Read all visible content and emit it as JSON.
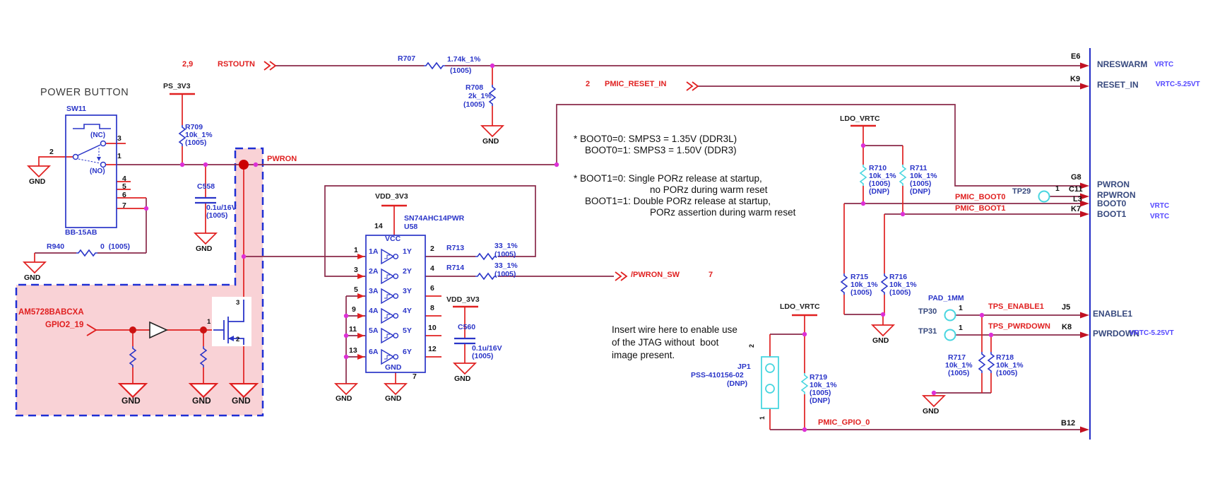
{
  "colors": {
    "net_wire": "#8a2a4a",
    "power_red": "#e02020",
    "component_blue": "#2a35c8",
    "dnp_cyan": "#49d6e0",
    "junction_magenta": "#dd2fd6",
    "pin_name_navy": "#37497e",
    "supply_violet": "#5346ff",
    "highlight_pink": "#f9d2d6",
    "highlight_border_blue": "#1f2fd4"
  },
  "title": "POWER BUTTON",
  "switch": {
    "ref": "SW11",
    "part": "BB-15AB",
    "nc": "(NC)",
    "no": "(NO)",
    "p1": "1",
    "p2": "2",
    "p3": "3",
    "p4": "4",
    "p5": "5",
    "p6": "6",
    "p7": "7"
  },
  "supplies": {
    "ps_3v3": "PS_3V3",
    "vdd_3v3": "VDD_3V3",
    "ldo_vrtc": "LDO_VRTC",
    "gnd": "GND"
  },
  "resistors": {
    "r707": {
      "ref": "R707",
      "val": "1.74k_1%",
      "pkg": "(1005)"
    },
    "r708": {
      "ref": "R708",
      "val": "2k_1%",
      "pkg": "(1005)"
    },
    "r709": {
      "ref": "R709",
      "val": "10k_1%",
      "pkg": "(1005)"
    },
    "r940": {
      "ref": "R940",
      "val": "0  (1005)"
    },
    "r713": {
      "ref": "R713",
      "val": "33_1%",
      "pkg": "(1005)"
    },
    "r714": {
      "ref": "R714",
      "val": "33_1%",
      "pkg": "(1005)"
    },
    "r710": {
      "ref": "R710",
      "val": "10k_1%",
      "pkg": "(1005)",
      "dnp": "(DNP)"
    },
    "r711": {
      "ref": "R711",
      "val": "10k_1%",
      "pkg": "(1005)",
      "dnp": "(DNP)"
    },
    "r715": {
      "ref": "R715",
      "val": "10k_1%",
      "pkg": "(1005)"
    },
    "r716": {
      "ref": "R716",
      "val": "10k_1%",
      "pkg": "(1005)"
    },
    "r717": {
      "ref": "R717",
      "val": "10k_1%",
      "pkg": "(1005)"
    },
    "r718": {
      "ref": "R718",
      "val": "10k_1%",
      "pkg": "(1005)"
    },
    "r719": {
      "ref": "R719",
      "val": "10k_1%",
      "pkg": "(1005)",
      "dnp": "(DNP)"
    }
  },
  "capacitors": {
    "c558": {
      "ref": "C558",
      "val": "0.1u/16V",
      "pkg": "(1005)"
    },
    "c560": {
      "ref": "C560",
      "val": "0.1u/16V",
      "pkg": "(1005)"
    }
  },
  "u58": {
    "part": "SN74AHC14PWR",
    "ref": "U58",
    "vcc": "VCC",
    "gnd": "GND",
    "vcc_pin": "14",
    "gnd_pin": "7",
    "rows": [
      {
        "pin_in": "1",
        "a": "1A",
        "y": "1Y",
        "pin_out": "2"
      },
      {
        "pin_in": "3",
        "a": "2A",
        "y": "2Y",
        "pin_out": "4"
      },
      {
        "pin_in": "5",
        "a": "3A",
        "y": "3Y",
        "pin_out": "6"
      },
      {
        "pin_in": "9",
        "a": "4A",
        "y": "4Y",
        "pin_out": "8"
      },
      {
        "pin_in": "11",
        "a": "5A",
        "y": "5Y",
        "pin_out": "10"
      },
      {
        "pin_in": "13",
        "a": "6A",
        "y": "6Y",
        "pin_out": "12"
      }
    ]
  },
  "nets": {
    "rstoutn_ref": "2,9",
    "rstoutn": "RSTOUTN",
    "pmic_reset_ref": "2",
    "pmic_reset_in": "PMIC_RESET_IN",
    "pwron": "PWRON",
    "pwron_sw": "/PWRON_SW",
    "pwron_sw_ref": "7",
    "pmic_boot0": "PMIC_BOOT0",
    "pmic_boot1": "PMIC_BOOT1",
    "tps_enable1": "TPS_ENABLE1",
    "tps_pwrdown": "TPS_PWRDOWN",
    "pmic_gpio_0": "PMIC_GPIO_0",
    "am5728": "AM5728BABCXA",
    "gpio2_19": "GPIO2_19"
  },
  "pins": {
    "e6": {
      "num": "E6",
      "name": "NRESWARM",
      "supply": "VRTC"
    },
    "k9": {
      "num": "K9",
      "name": "RESET_IN",
      "supply": "VRTC-5.25VT"
    },
    "g8": {
      "num": "G8",
      "name": "PWRON"
    },
    "c11": {
      "num": "C11",
      "name": "RPWRON"
    },
    "l3": {
      "num": "L3",
      "name": "BOOT0",
      "supply": "VRTC"
    },
    "k7": {
      "num": "K7",
      "name": "BOOT1",
      "supply": "VRTC"
    },
    "j5": {
      "num": "J5",
      "name": "ENABLE1"
    },
    "k8": {
      "num": "K8",
      "name": "PWRDOWN",
      "supply": "VRTC-5.25VT"
    },
    "b12": {
      "num": "B12"
    }
  },
  "testpoints": {
    "pad": "PAD_1MM",
    "tp29": {
      "ref": "TP29",
      "pin": "1"
    },
    "tp30": {
      "ref": "TP30",
      "pin": "1"
    },
    "tp31": {
      "ref": "TP31",
      "pin": "1"
    }
  },
  "jumper": {
    "ref": "JP1",
    "part": "PSS-410156-02",
    "dnp": "(DNP)",
    "p1": "1",
    "p2": "2"
  },
  "mosfet": {
    "d": "3",
    "s": "2",
    "g": "1"
  },
  "notes": {
    "boot": [
      "* BOOT0=0: SMPS3 = 1.35V (DDR3L)",
      "BOOT0=1: SMPS3 = 1.50V (DDR3)",
      "* BOOT1=0: Single PORz release at startup,",
      "no PORz during warm reset",
      "BOOT1=1: Double PORz release at startup,",
      "PORz assertion during warm reset"
    ],
    "jtag": [
      "Insert wire here to enable use",
      "of the JTAG without  boot",
      "image present."
    ]
  }
}
